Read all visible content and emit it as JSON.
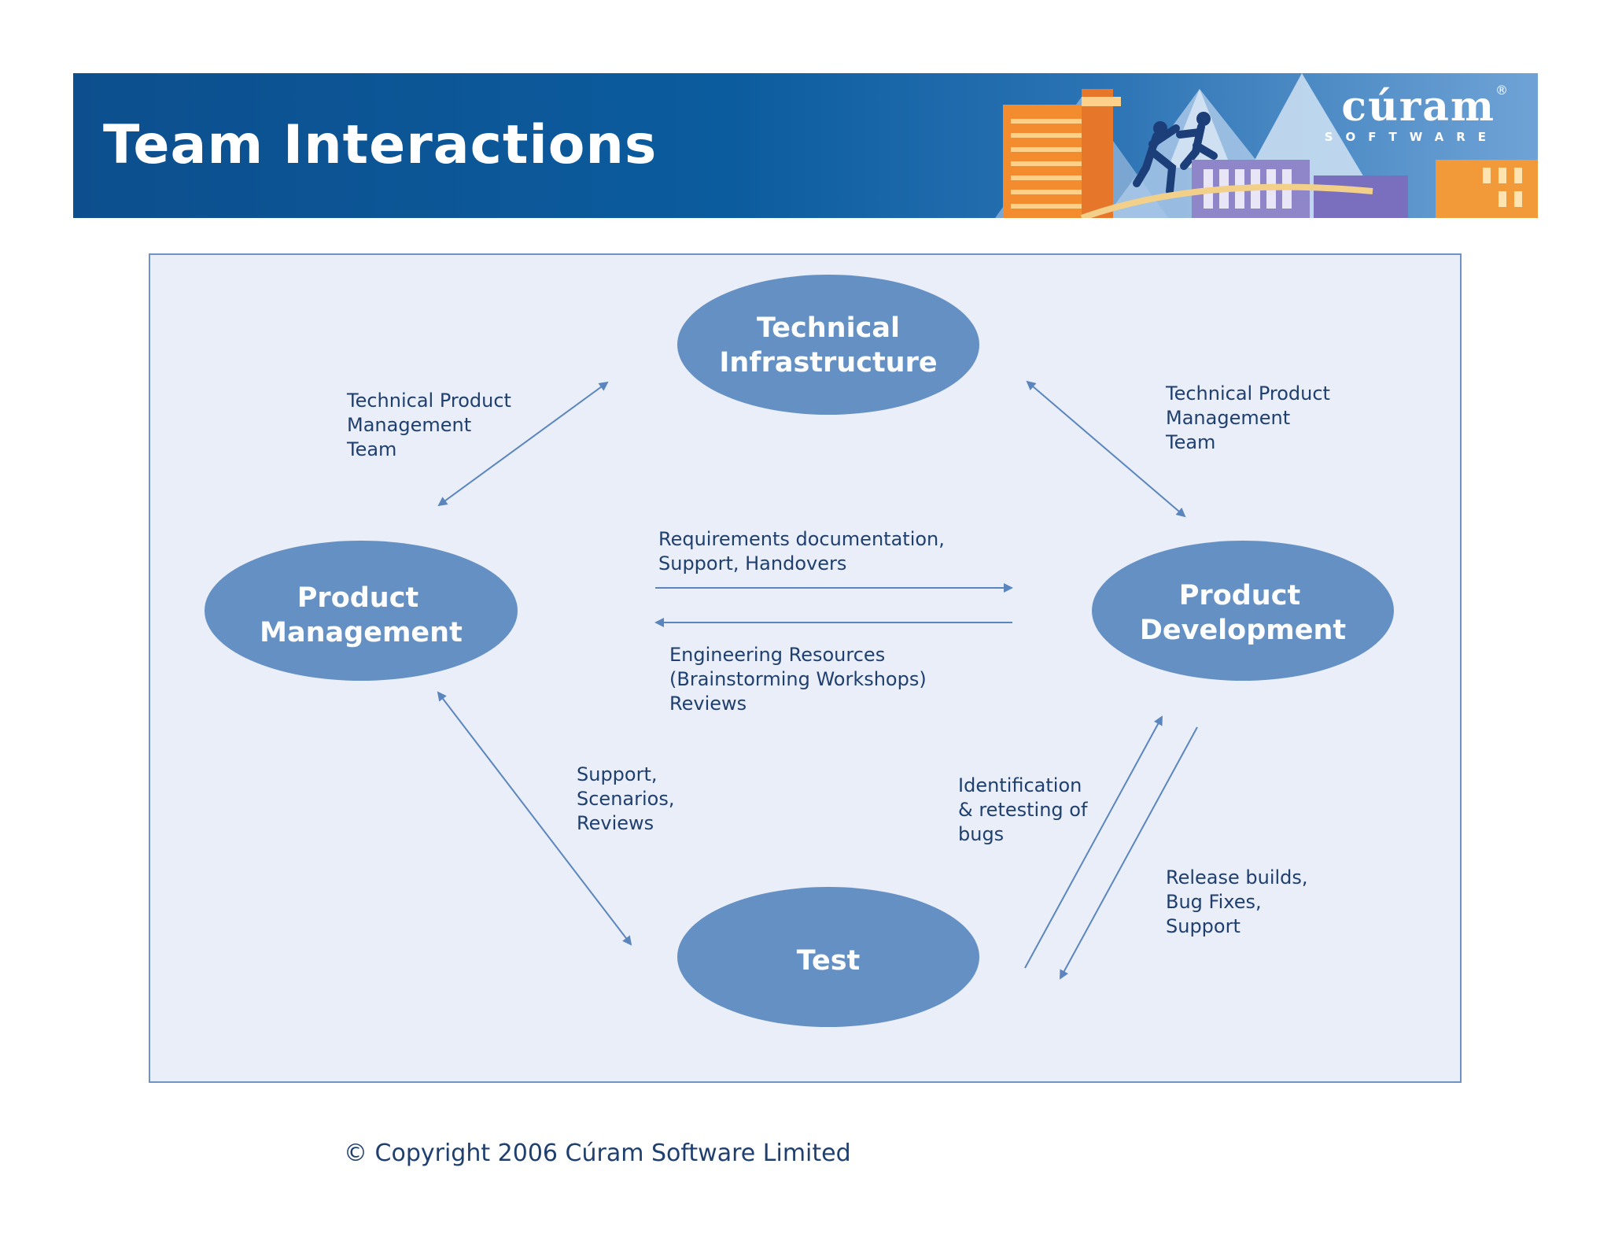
{
  "header": {
    "title": "Team Interactions",
    "logo": {
      "name": "cúram",
      "sub": "SOFTWARE",
      "reg": "®"
    }
  },
  "diagram": {
    "nodes": {
      "technical_infrastructure": [
        "Technical",
        "Infrastructure"
      ],
      "product_management": [
        "Product",
        "Management"
      ],
      "product_development": [
        "Product",
        "Development"
      ],
      "test": [
        "Test"
      ]
    },
    "edges": {
      "tpm_left": [
        "Technical Product",
        "Management",
        "Team"
      ],
      "tpm_right": [
        "Technical Product",
        "Management",
        "Team"
      ],
      "requirements": [
        "Requirements documentation,",
        "Support, Handovers"
      ],
      "engineering": [
        "Engineering Resources",
        "(Brainstorming Workshops)",
        "Reviews"
      ],
      "support_scenarios": [
        "Support,",
        "Scenarios,",
        "Reviews"
      ],
      "identification": [
        "Identification",
        "& retesting of",
        "bugs"
      ],
      "release": [
        "Release builds,",
        "Bug Fixes,",
        "Support"
      ]
    }
  },
  "footer": {
    "copyright": "© Copyright 2006 Cúram Software Limited"
  },
  "colors": {
    "banner": "#0b5c9e",
    "node_fill": "#6590c4",
    "frame_bg": "#e9eef8",
    "frame_border": "#6f93c4",
    "arrow": "#5b86bd",
    "text": "#1f3f6f"
  }
}
